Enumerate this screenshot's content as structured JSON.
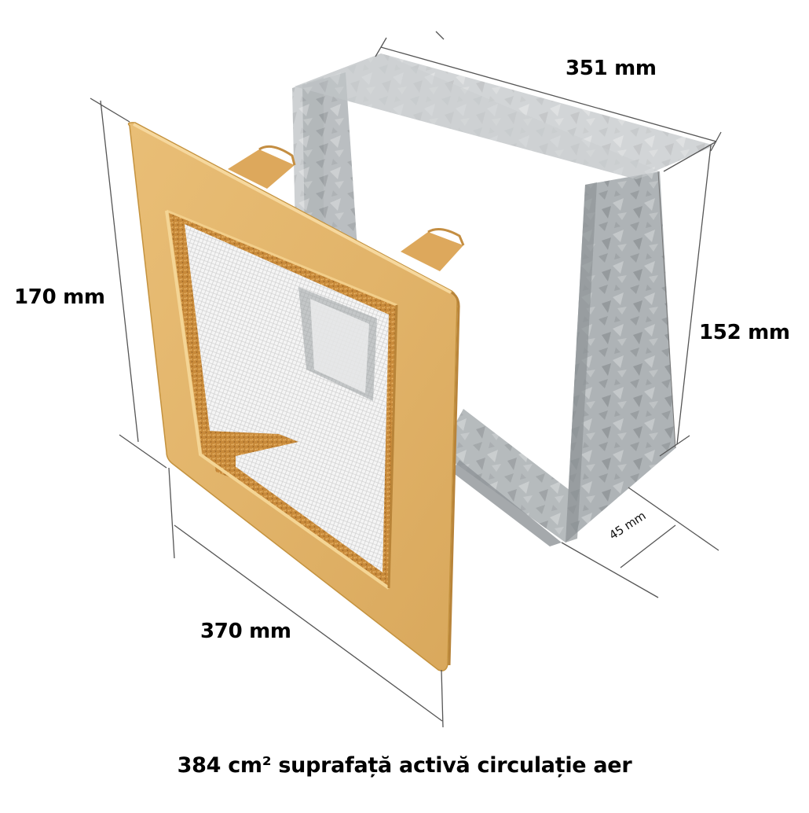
{
  "diagram": {
    "subject": "fireplace air grille with galvanized sleeve",
    "colors": {
      "frame_gold": "#E2B46A",
      "frame_gold_light": "#F2CE8A",
      "frame_gold_dark": "#C99545",
      "mesh_gold": "#C88A3A",
      "mesh_white": "#F4F4F4",
      "sleeve_grey": "#A9AEB1",
      "sleeve_grey_dark": "#8E9497",
      "sleeve_grey_light": "#C9CDCF",
      "dimension_line": "#555555",
      "text": "#000000"
    },
    "dimensions": {
      "sleeve_width": "351 mm",
      "frame_height": "170 mm",
      "sleeve_height": "152 mm",
      "frame_width": "370 mm",
      "sleeve_depth": "45 mm"
    },
    "caption": "384 cm² suprafață activă circulație aer"
  }
}
